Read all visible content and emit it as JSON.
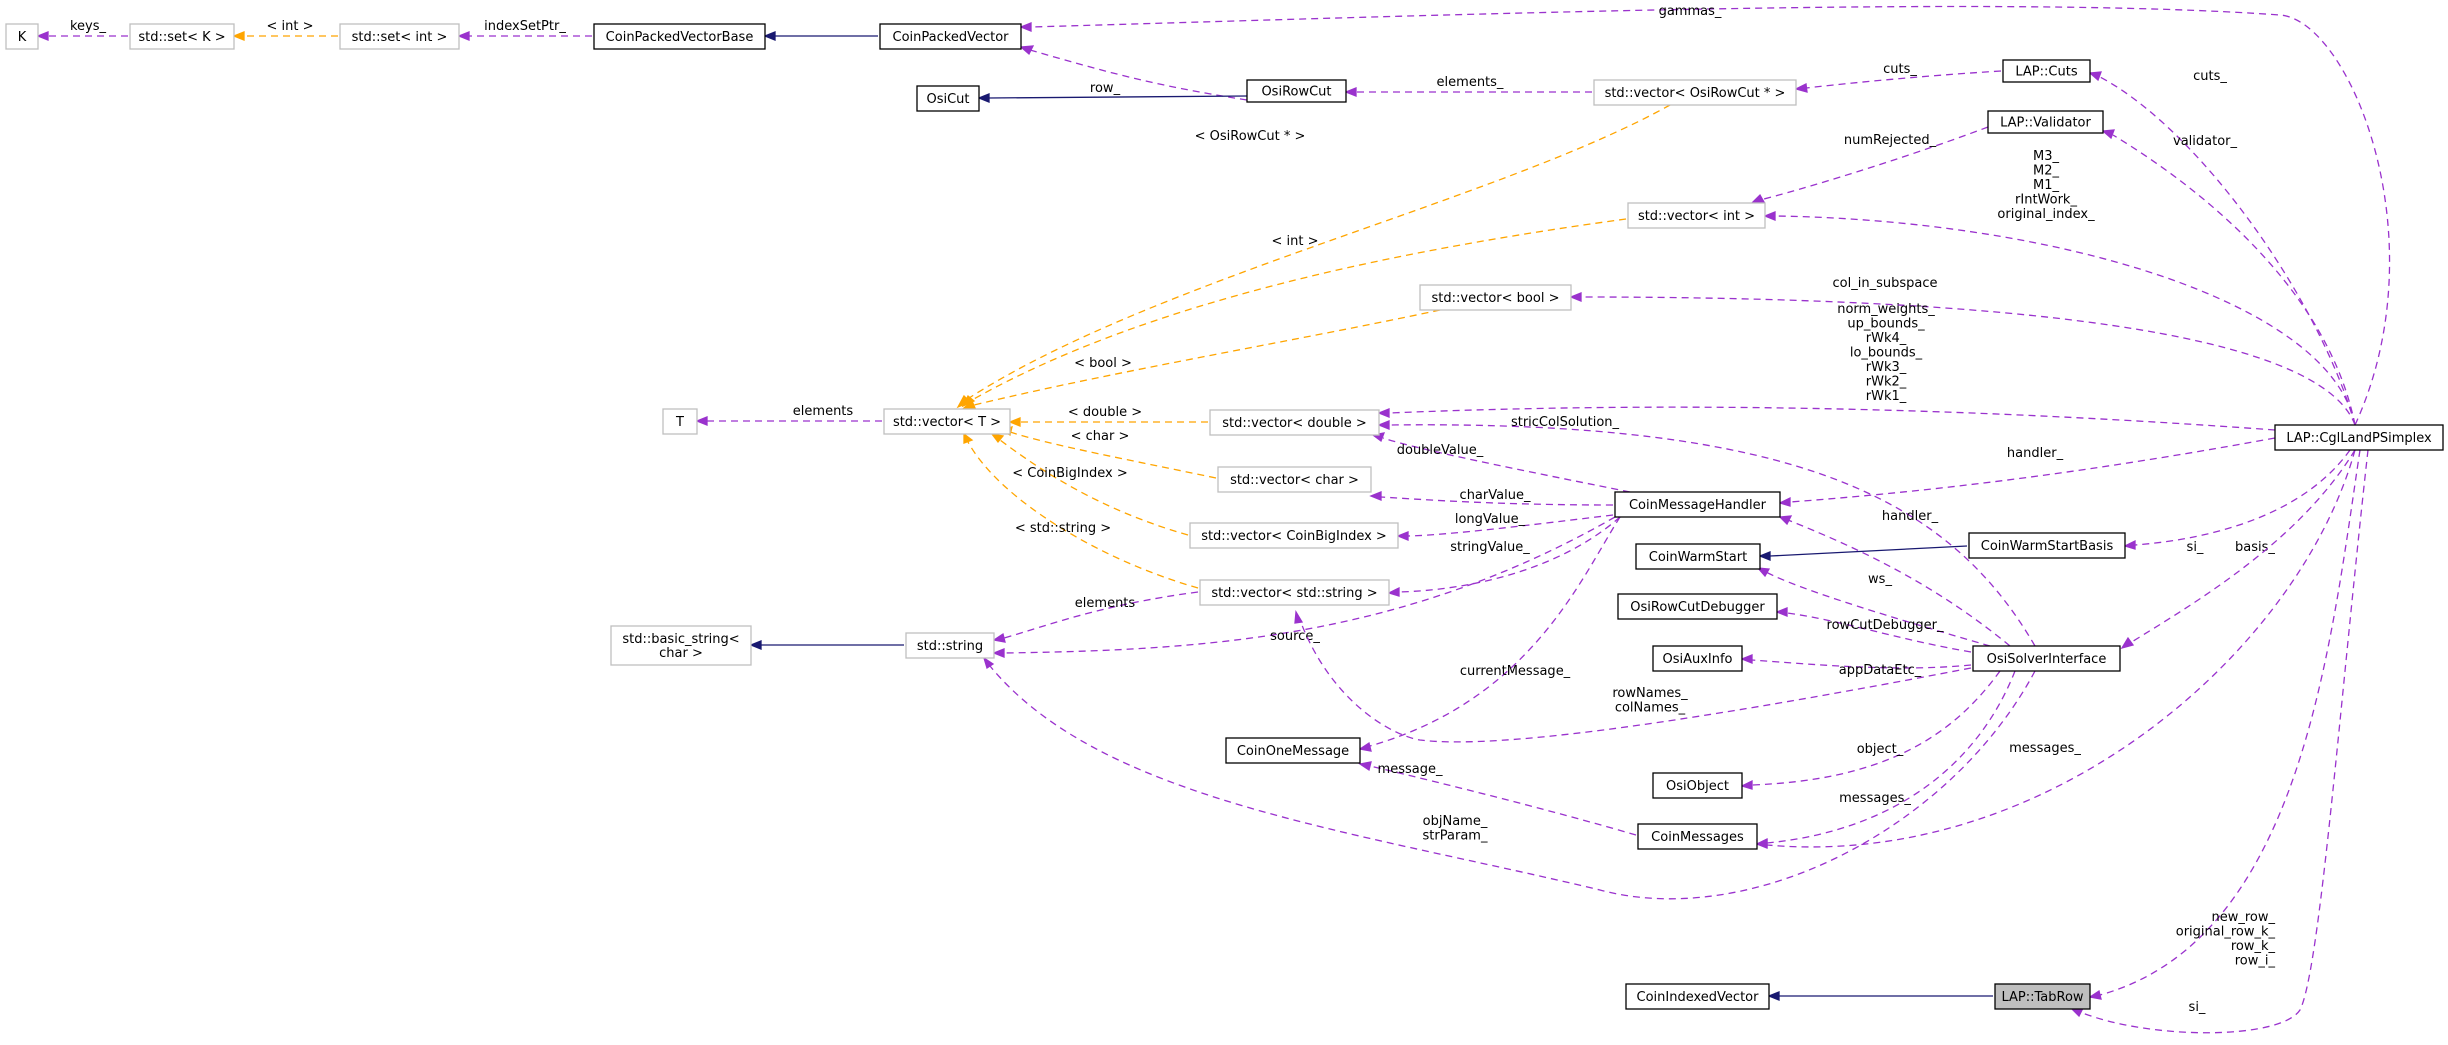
{
  "colors": {
    "inherit": "#191970",
    "member": "#9a32cd",
    "template": "#ffa500",
    "node_border": "#000000",
    "external_border": "#bfbfbf",
    "focus_fill": "#bfbfbf"
  },
  "nodes": [
    {
      "id": "K",
      "label": [
        "K"
      ],
      "style": "grey"
    },
    {
      "id": "setK",
      "label": [
        "std::set< K >"
      ],
      "style": "grey"
    },
    {
      "id": "setInt",
      "label": [
        "std::set< int >"
      ],
      "style": "grey"
    },
    {
      "id": "CPVB",
      "label": [
        "CoinPackedVectorBase"
      ],
      "style": "solid"
    },
    {
      "id": "CPV",
      "label": [
        "CoinPackedVector"
      ],
      "style": "solid"
    },
    {
      "id": "OsiRowCut",
      "label": [
        "OsiRowCut"
      ],
      "style": "solid"
    },
    {
      "id": "OsiCut",
      "label": [
        "OsiCut"
      ],
      "style": "solid"
    },
    {
      "id": "vecRowCut",
      "label": [
        "std::vector< OsiRowCut * >"
      ],
      "style": "grey"
    },
    {
      "id": "Cuts",
      "label": [
        "LAP::Cuts"
      ],
      "style": "solid"
    },
    {
      "id": "Validator",
      "label": [
        "LAP::Validator"
      ],
      "style": "solid"
    },
    {
      "id": "vecInt",
      "label": [
        "std::vector< int >"
      ],
      "style": "grey"
    },
    {
      "id": "vecBool",
      "label": [
        "std::vector< bool >"
      ],
      "style": "grey"
    },
    {
      "id": "T",
      "label": [
        "T"
      ],
      "style": "grey"
    },
    {
      "id": "vecT",
      "label": [
        "std::vector< T >"
      ],
      "style": "grey"
    },
    {
      "id": "vecDouble",
      "label": [
        "std::vector< double >"
      ],
      "style": "grey"
    },
    {
      "id": "vecChar",
      "label": [
        "std::vector< char >"
      ],
      "style": "grey"
    },
    {
      "id": "vecBig",
      "label": [
        "std::vector< CoinBigIndex >"
      ],
      "style": "grey"
    },
    {
      "id": "vecStr",
      "label": [
        "std::vector< std::string >"
      ],
      "style": "grey"
    },
    {
      "id": "basicStr",
      "label": [
        "std::basic_string<",
        "char >"
      ],
      "style": "grey"
    },
    {
      "id": "string",
      "label": [
        "std::string"
      ],
      "style": "grey"
    },
    {
      "id": "CMH",
      "label": [
        "CoinMessageHandler"
      ],
      "style": "solid"
    },
    {
      "id": "CWS",
      "label": [
        "CoinWarmStart"
      ],
      "style": "solid"
    },
    {
      "id": "CWSB",
      "label": [
        "CoinWarmStartBasis"
      ],
      "style": "solid"
    },
    {
      "id": "ORCD",
      "label": [
        "OsiRowCutDebugger"
      ],
      "style": "solid"
    },
    {
      "id": "OAI",
      "label": [
        "OsiAuxInfo"
      ],
      "style": "solid"
    },
    {
      "id": "OSI",
      "label": [
        "OsiSolverInterface"
      ],
      "style": "solid"
    },
    {
      "id": "COM",
      "label": [
        "CoinOneMessage"
      ],
      "style": "solid"
    },
    {
      "id": "OO",
      "label": [
        "OsiObject"
      ],
      "style": "solid"
    },
    {
      "id": "CM",
      "label": [
        "CoinMessages"
      ],
      "style": "solid"
    },
    {
      "id": "CIV",
      "label": [
        "CoinIndexedVector"
      ],
      "style": "solid"
    },
    {
      "id": "TabRow",
      "label": [
        "LAP::TabRow"
      ],
      "style": "focus"
    },
    {
      "id": "CLAP",
      "label": [
        "LAP::CglLandPSimplex"
      ],
      "style": "solid"
    }
  ],
  "edges": [
    {
      "id": "e1",
      "type": "member",
      "label": [
        "keys_"
      ]
    },
    {
      "id": "e2",
      "type": "template",
      "label": [
        "< int >"
      ]
    },
    {
      "id": "e3",
      "type": "member",
      "label": [
        "indexSetPtr_"
      ]
    },
    {
      "id": "e4",
      "type": "inherit",
      "label": []
    },
    {
      "id": "e5",
      "type": "member",
      "label": [
        "row_"
      ]
    },
    {
      "id": "e6",
      "type": "member",
      "label": [
        "gammas_"
      ]
    },
    {
      "id": "e7",
      "type": "inherit",
      "label": []
    },
    {
      "id": "e8",
      "type": "member",
      "label": [
        "elements_"
      ]
    },
    {
      "id": "e9",
      "type": "member",
      "label": [
        "cuts_"
      ]
    },
    {
      "id": "e10",
      "type": "member",
      "label": [
        "cuts_"
      ]
    },
    {
      "id": "e11",
      "type": "member",
      "label": [
        "validator_"
      ]
    },
    {
      "id": "e12",
      "type": "member",
      "label": [
        "numRejected_"
      ]
    },
    {
      "id": "e13",
      "type": "member",
      "label": [
        "M3_",
        "M2_",
        "M1_",
        "rIntWork_",
        "original_index_"
      ]
    },
    {
      "id": "e14",
      "type": "member",
      "label": [
        "col_in_subspace"
      ]
    },
    {
      "id": "e15",
      "type": "member",
      "label": [
        "norm_weights_",
        "up_bounds_",
        "rWk4_",
        "lo_bounds_",
        "rWk3_",
        "rWk2_",
        "rWk1_"
      ]
    },
    {
      "id": "e16",
      "type": "template",
      "label": [
        "< OsiRowCut * >"
      ]
    },
    {
      "id": "e17",
      "type": "template",
      "label": [
        "< int >"
      ]
    },
    {
      "id": "e18",
      "type": "template",
      "label": [
        "< bool >"
      ]
    },
    {
      "id": "e19",
      "type": "template",
      "label": [
        "< double >"
      ]
    },
    {
      "id": "e20",
      "type": "template",
      "label": [
        "< char >"
      ]
    },
    {
      "id": "e21",
      "type": "template",
      "label": [
        "< CoinBigIndex >"
      ]
    },
    {
      "id": "e22",
      "type": "template",
      "label": [
        "< std::string >"
      ]
    },
    {
      "id": "e23",
      "type": "member",
      "label": [
        "elements"
      ]
    },
    {
      "id": "e24",
      "type": "member",
      "label": [
        "doubleValue_"
      ]
    },
    {
      "id": "e25",
      "type": "member",
      "label": [
        "charValue_"
      ]
    },
    {
      "id": "e26",
      "type": "member",
      "label": [
        "longValue_"
      ]
    },
    {
      "id": "e27",
      "type": "member",
      "label": [
        "stringValue_"
      ]
    },
    {
      "id": "e28",
      "type": "member",
      "label": [
        "elements"
      ]
    },
    {
      "id": "e29",
      "type": "inherit",
      "label": []
    },
    {
      "id": "e30",
      "type": "member",
      "label": [
        "source_"
      ]
    },
    {
      "id": "e31",
      "type": "member",
      "label": [
        "currentMessage_"
      ]
    },
    {
      "id": "e32",
      "type": "member",
      "label": [
        "stricColSolution_"
      ]
    },
    {
      "id": "e33",
      "type": "member",
      "label": [
        "handler_"
      ]
    },
    {
      "id": "e34",
      "type": "member",
      "label": [
        "handler_"
      ]
    },
    {
      "id": "e35",
      "type": "inherit",
      "label": []
    },
    {
      "id": "e36",
      "type": "member",
      "label": [
        "basis_"
      ]
    },
    {
      "id": "e37",
      "type": "member",
      "label": [
        "ws_"
      ]
    },
    {
      "id": "e38",
      "type": "member",
      "label": [
        "rowCutDebugger_"
      ]
    },
    {
      "id": "e39",
      "type": "member",
      "label": [
        "appDataEtc_"
      ]
    },
    {
      "id": "e40",
      "type": "member",
      "label": [
        "si_"
      ]
    },
    {
      "id": "e41",
      "type": "member",
      "label": [
        "rowNames_",
        "colNames_"
      ]
    },
    {
      "id": "e42",
      "type": "member",
      "label": [
        "object_"
      ]
    },
    {
      "id": "e43",
      "type": "member",
      "label": [
        "messages_"
      ]
    },
    {
      "id": "e44",
      "type": "member",
      "label": [
        "messages_"
      ]
    },
    {
      "id": "e45",
      "type": "member",
      "label": [
        "message_"
      ]
    },
    {
      "id": "e46",
      "type": "member",
      "label": [
        "objName_",
        "strParam_"
      ]
    },
    {
      "id": "e47",
      "type": "member",
      "label": [
        "new_row_",
        "original_row_k_",
        "row_k_",
        "row_i_"
      ]
    },
    {
      "id": "e48",
      "type": "inherit",
      "label": []
    },
    {
      "id": "e49",
      "type": "member",
      "label": [
        "si_"
      ]
    }
  ]
}
